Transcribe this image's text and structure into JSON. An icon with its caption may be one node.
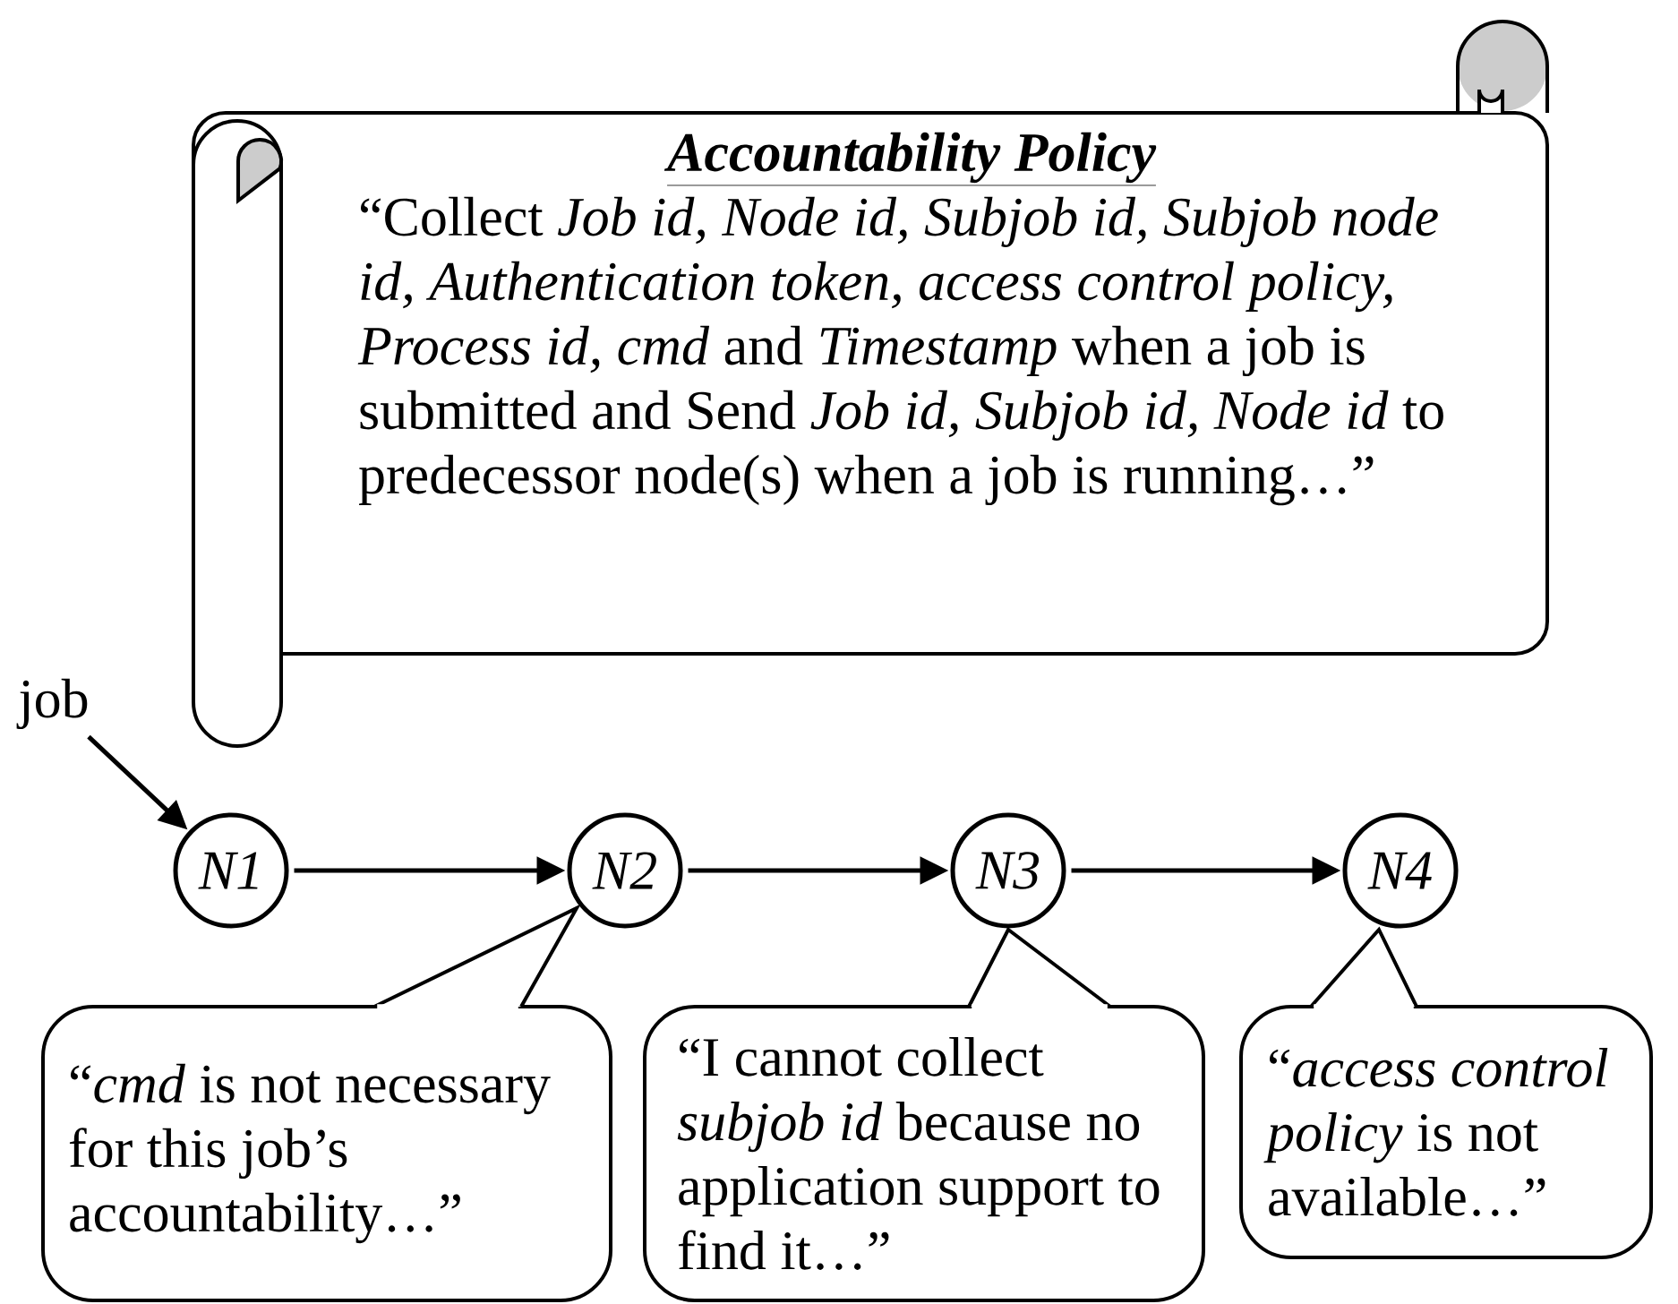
{
  "diagram": {
    "nodes": [
      {
        "text": [
          "Accountability Policy",
          "“Collect *Job id, Node id, Subjob id, Subjob node id, Authentication token, access control policy, Process id, cmd* and *Timestamp* when a job is submitted and Send *Job id, Subjob id, Node id* to predecessor node(s) when a job is running…”"
        ]
      },
      {
        "text": [
          "job"
        ]
      },
      {
        "text": [
          "N1"
        ]
      },
      {
        "text": [
          "N2"
        ]
      },
      {
        "text": [
          "N3"
        ]
      },
      {
        "text": [
          "N4"
        ]
      },
      {
        "text": [
          "“*cmd* is not necessary for this job’s accountability…”"
        ]
      },
      {
        "text": [
          "“I cannot collect *subjob id* because no application support to find it…”"
        ]
      },
      {
        "text": [
          "“*access control policy* is not available…”"
        ]
      }
    ],
    "edges": [
      {
        "from": 1,
        "to": 2,
        "arrow": "to"
      },
      {
        "from": 2,
        "to": 3,
        "arrow": "to"
      },
      {
        "from": 3,
        "to": 4,
        "arrow": "to"
      },
      {
        "from": 4,
        "to": 5,
        "arrow": "to"
      }
    ]
  }
}
